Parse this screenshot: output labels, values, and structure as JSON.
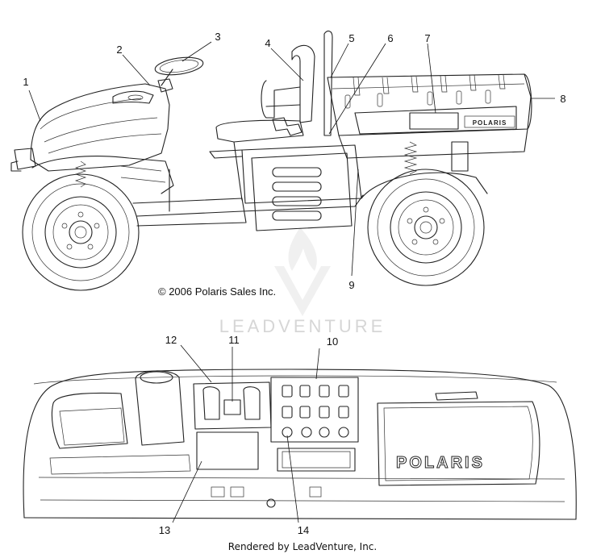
{
  "callouts": [
    {
      "id": "1",
      "label": "1"
    },
    {
      "id": "2",
      "label": "2"
    },
    {
      "id": "3",
      "label": "3"
    },
    {
      "id": "4",
      "label": "4"
    },
    {
      "id": "5",
      "label": "5"
    },
    {
      "id": "6",
      "label": "6"
    },
    {
      "id": "7",
      "label": "7"
    },
    {
      "id": "8",
      "label": "8"
    },
    {
      "id": "9",
      "label": "9"
    },
    {
      "id": "10",
      "label": "10"
    },
    {
      "id": "11",
      "label": "11"
    },
    {
      "id": "12",
      "label": "12"
    },
    {
      "id": "13",
      "label": "13"
    },
    {
      "id": "14",
      "label": "14"
    }
  ],
  "copyright": "© 2006 Polaris Sales Inc.",
  "watermark": "LEADVENTURE",
  "footer": "Rendered by LeadVenture, Inc.",
  "brand_logo_bed": "POLARIS",
  "brand_logo_dash": "POLARIS"
}
